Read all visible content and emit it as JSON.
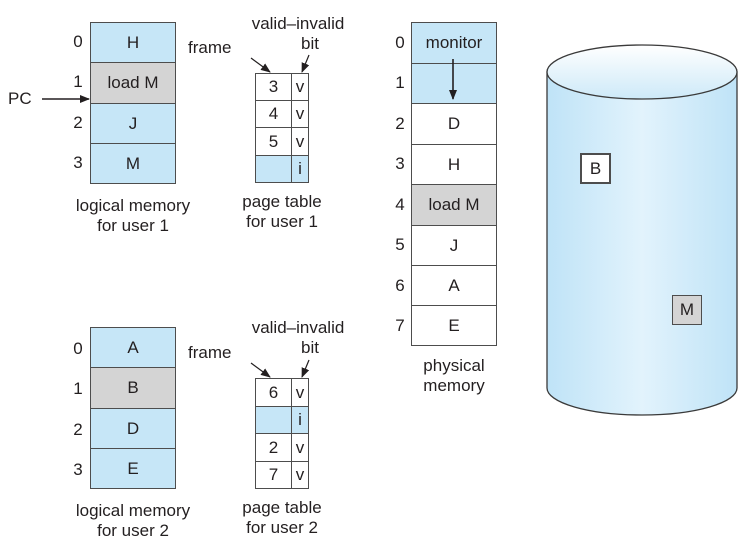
{
  "colors": {
    "valid_page": "#c6e6f7",
    "referenced_page": "#d4d4d4",
    "empty_frame": "#ffffff",
    "disk": "#c6e6f7"
  },
  "user1": {
    "pc_label": "PC",
    "pc_points_to_page": 1,
    "logical_memory": {
      "caption_line1": "logical memory",
      "caption_line2": "for user 1",
      "pages": [
        {
          "index": "0",
          "content": "H",
          "state": "valid"
        },
        {
          "index": "1",
          "content": "load M",
          "state": "highlighted"
        },
        {
          "index": "2",
          "content": "J",
          "state": "valid"
        },
        {
          "index": "3",
          "content": "M",
          "state": "valid"
        }
      ]
    },
    "page_table": {
      "frame_label": "frame",
      "bit_label_line1": "valid–invalid",
      "bit_label_line2": "bit",
      "caption_line1": "page table",
      "caption_line2": "for user 1",
      "entries": [
        {
          "frame": "3",
          "bit": "v"
        },
        {
          "frame": "4",
          "bit": "v"
        },
        {
          "frame": "5",
          "bit": "v"
        },
        {
          "frame": "",
          "bit": "i"
        }
      ]
    }
  },
  "user2": {
    "logical_memory": {
      "caption_line1": "logical memory",
      "caption_line2": "for user 2",
      "pages": [
        {
          "index": "0",
          "content": "A",
          "state": "valid"
        },
        {
          "index": "1",
          "content": "B",
          "state": "highlighted"
        },
        {
          "index": "2",
          "content": "D",
          "state": "valid"
        },
        {
          "index": "3",
          "content": "E",
          "state": "valid"
        }
      ]
    },
    "page_table": {
      "frame_label": "frame",
      "bit_label_line1": "valid–invalid",
      "bit_label_line2": "bit",
      "caption_line1": "page table",
      "caption_line2": "for user 2",
      "entries": [
        {
          "frame": "6",
          "bit": "v"
        },
        {
          "frame": "",
          "bit": "i"
        },
        {
          "frame": "2",
          "bit": "v"
        },
        {
          "frame": "7",
          "bit": "v"
        }
      ]
    }
  },
  "physical_memory": {
    "caption_line1": "physical",
    "caption_line2": "memory",
    "frames": [
      {
        "index": "0",
        "content": "monitor",
        "state": "os"
      },
      {
        "index": "1",
        "content": "",
        "state": "os"
      },
      {
        "index": "2",
        "content": "D",
        "state": "free"
      },
      {
        "index": "3",
        "content": "H",
        "state": "free"
      },
      {
        "index": "4",
        "content": "load M",
        "state": "highlighted"
      },
      {
        "index": "5",
        "content": "J",
        "state": "free"
      },
      {
        "index": "6",
        "content": "A",
        "state": "free"
      },
      {
        "index": "7",
        "content": "E",
        "state": "free"
      }
    ]
  },
  "backing_store": {
    "blocks": [
      {
        "label": "B",
        "state": "white"
      },
      {
        "label": "M",
        "state": "highlighted"
      }
    ]
  }
}
